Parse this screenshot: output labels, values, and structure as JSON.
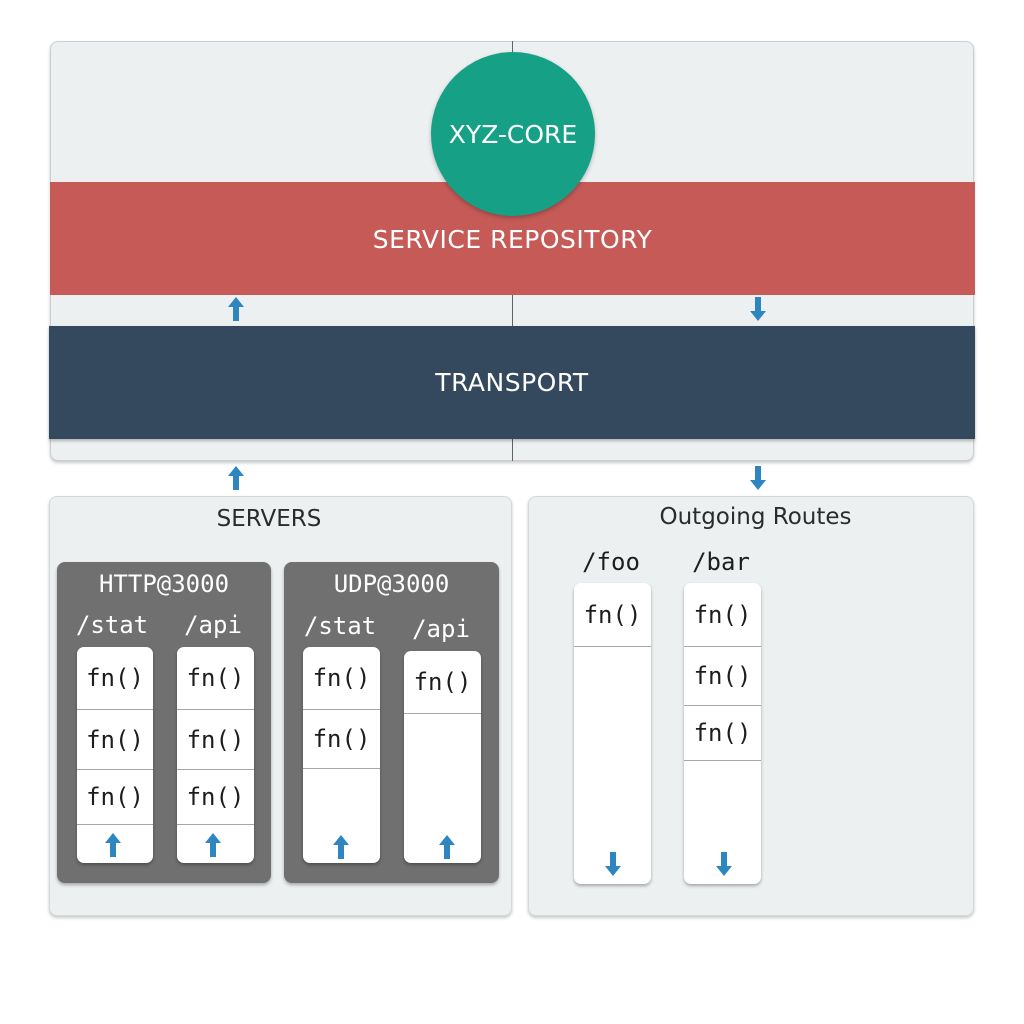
{
  "core": {
    "circle_label": "XYZ-CORE",
    "repository_label": "SERVICE REPOSITORY",
    "transport_label": "TRANSPORT"
  },
  "servers": {
    "title": "SERVERS",
    "groups": [
      {
        "title": "HTTP@3000",
        "routes": [
          {
            "label": "/stat",
            "handlers": [
              "fn()",
              "fn()",
              "fn()"
            ]
          },
          {
            "label": "/api",
            "handlers": [
              "fn()",
              "fn()",
              "fn()"
            ]
          }
        ]
      },
      {
        "title": "UDP@3000",
        "routes": [
          {
            "label": "/stat",
            "handlers": [
              "fn()",
              "fn()"
            ]
          },
          {
            "label": "/api",
            "handlers": [
              "fn()"
            ]
          }
        ]
      }
    ]
  },
  "outgoing": {
    "title": "Outgoing Routes",
    "routes": [
      {
        "label": "/foo",
        "handlers": [
          "fn()"
        ]
      },
      {
        "label": "/bar",
        "handlers": [
          "fn()",
          "fn()",
          "fn()"
        ]
      }
    ]
  },
  "colors": {
    "core": "#16a085",
    "repository": "#c55a57",
    "transport": "#34495e",
    "arrow": "#2e86c1",
    "panel": "#ecf0f1",
    "group": "#707070"
  },
  "icons": {
    "up": "arrow-up-icon",
    "down": "arrow-down-icon"
  }
}
